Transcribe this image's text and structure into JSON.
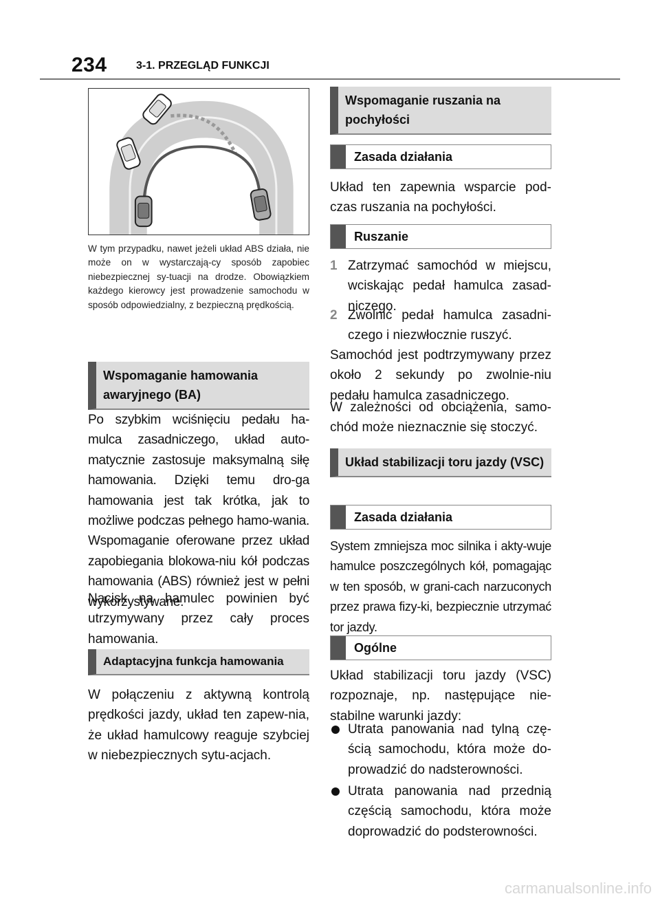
{
  "header": {
    "page_number": "234",
    "section_title": "3-1. PRZEGLĄD FUNKCJI"
  },
  "figure": {
    "caption": "W tym przypadku, nawet jeżeli układ ABS działa, nie może on w wystarczają-cy sposób zapobiec niebezpiecznej sy-tuacji na drodze. Obowiązkiem każdego kierowcy jest prowadzenie samochodu w sposób odpowiedzialny, z bezpieczną prędkością."
  },
  "left": {
    "ba_heading": "Wspomaganie hamowania awaryjnego (BA)",
    "ba_text": "Po szybkim wciśnięciu pedału ha-mulca zasadniczego, układ auto-matycznie zastosuje maksymalną siłę hamowania. Dzięki temu dro-ga hamowania jest tak krótka, jak to możliwe podczas pełnego hamo-wania. Wspomaganie oferowane przez układ zapobiegania blokowa-niu kół podczas hamowania (ABS) również jest w pełni wykorzystywane.",
    "ba_text2": "Nacisk na hamulec powinien być utrzymywany przez cały proces hamowania.",
    "adaptive_heading": "Adaptacyjna funkcja hamowania",
    "adaptive_text": "W połączeniu z aktywną kontrolą prędkości jazdy, układ ten zapew-nia, że układ hamulcowy reaguje szybciej w niebezpiecznych sytu-acjach."
  },
  "right": {
    "hill_heading": "Wspomaganie ruszania na pochyłości",
    "principle_heading": "Zasada działania",
    "principle_text": "Układ ten zapewnia wsparcie pod-czas ruszania na pochyłości.",
    "start_heading": "Ruszanie",
    "steps": [
      {
        "n": "1",
        "text": "Zatrzymać samochód w miejscu, wciskając pedał hamulca zasad-niczego."
      },
      {
        "n": "2",
        "text": "Zwolnić pedał hamulca zasadni-czego i niezwłocznie ruszyć."
      }
    ],
    "hold_text": "Samochód jest podtrzymywany przez około 2 sekundy po zwolnie-niu pedału hamulca zasadniczego.",
    "roll_text": "W zależności od obciążenia, samo-chód może nieznacznie się stoczyć.",
    "vsc_heading": "Układ stabilizacji toru jazdy (VSC)",
    "vsc_principle_heading": "Zasada działania",
    "vsc_text": "System zmniejsza moc silnika i akty-wuje hamulce poszczególnych kół, pomagając w ten sposób, w grani-cach narzuconych przez prawa fizy-ki, bezpiecznie utrzymać tor jazdy.",
    "general_heading": "Ogólne",
    "general_text": "Układ stabilizacji toru jazdy (VSC) rozpoznaje, np. następujące nie-stabilne warunki jazdy:",
    "bullets": [
      "Utrata panowania nad tylną czę-ścią samochodu, która może do-prowadzić do nadsterowności.",
      "Utrata panowania nad przednią częścią samochodu, która może doprowadzić do podsterowności."
    ]
  },
  "watermark": "carmanualsonline.info"
}
